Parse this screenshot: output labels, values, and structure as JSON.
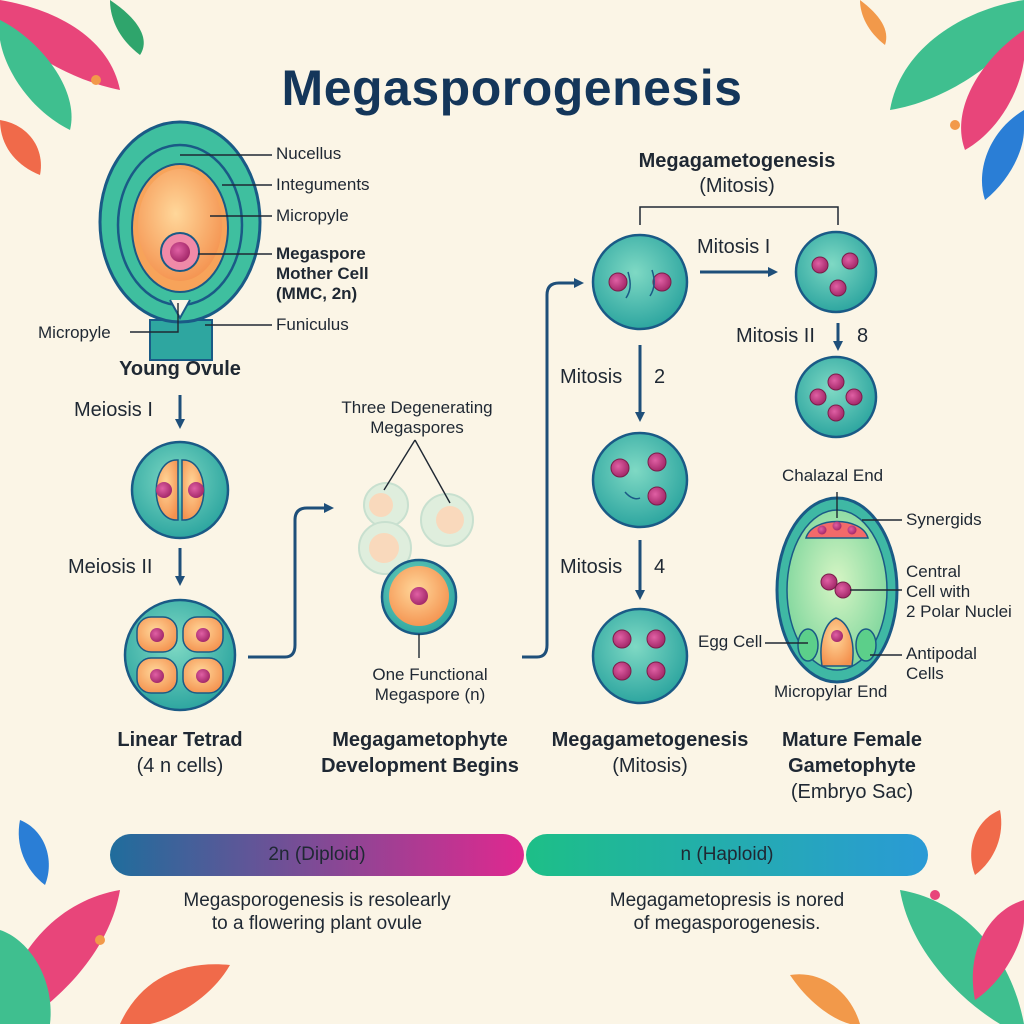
{
  "title": "Megasporogenesis",
  "ovule": {
    "labels": [
      "Nucellus",
      "Integuments",
      "Micropyle",
      "Megaspore",
      "Mother Cell",
      "(MMC, 2n)",
      "Funiculus",
      "Micropyle"
    ],
    "caption": "Young Ovule"
  },
  "steps": {
    "meiosis1": "Meiosis I",
    "meiosis2": "Meiosis II",
    "mitosis_a": "Mitosis",
    "mitosis_a_num": "2",
    "mitosis_b": "Mitosis",
    "mitosis_b_num": "4",
    "mitosis1": "Mitosis I",
    "mitosis2": "Mitosis II",
    "mitosis2_num": "8"
  },
  "degenerating": [
    "Three Degenerating",
    "Megaspores"
  ],
  "functional": [
    "One Functional",
    "Megaspore (n)"
  ],
  "top_header": [
    "Megagametogenesis",
    "(Mitosis)"
  ],
  "embryo_sac_labels": {
    "chalazal": "Chalazal End",
    "synergids": "Synergids",
    "central": [
      "Central",
      "Cell with",
      "2 Polar Nuclei"
    ],
    "egg": "Egg Cell",
    "antipodal": [
      "Antipodal",
      "Cells"
    ],
    "micropylar": "Micropylar End"
  },
  "captions": {
    "tetrad": [
      "Linear Tetrad",
      "(4 n cells)"
    ],
    "dev": [
      "Megagametophyte",
      "Development Begins"
    ],
    "gameto": [
      "Megagametogenesis",
      "(Mitosis)"
    ],
    "mature": [
      "Mature Female",
      "Gametophyte",
      "(Embryo Sac)"
    ]
  },
  "ploidy_bar": {
    "left": "2n (Diploid)",
    "right": "n (Haploid)",
    "left_colors": [
      "#1f6d9c",
      "#e0288f"
    ],
    "right_colors": [
      "#1dbf87",
      "#2a9ad6"
    ]
  },
  "notes": {
    "left": [
      "Megasporogenesis is resolearly",
      "to a flowering plant ovule"
    ],
    "right": [
      "Megagametopresis is nored",
      "of megasporogenesis."
    ]
  },
  "colors": {
    "title": "#14365a",
    "cell_fill": "#3fb8a4",
    "cell_stroke": "#1a5a86",
    "nucleus": "#b8357a",
    "arrow": "#1e4f7a"
  }
}
